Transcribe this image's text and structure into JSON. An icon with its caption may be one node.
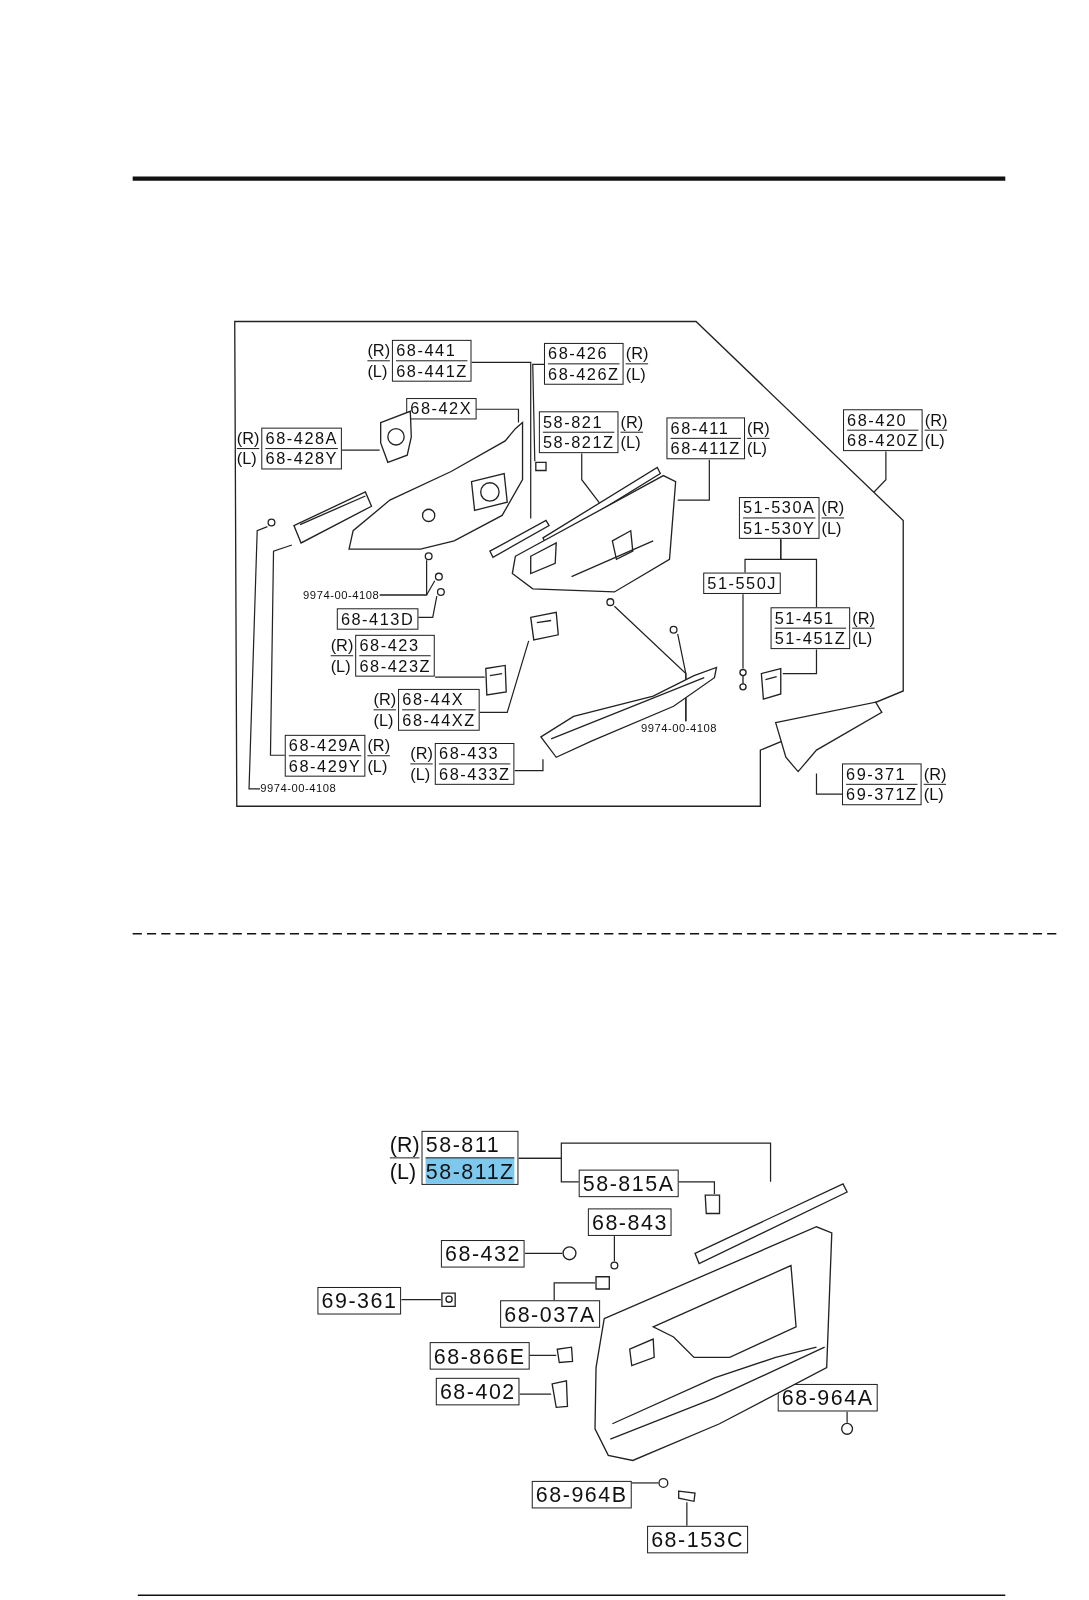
{
  "diagram": {
    "nodes": [
      {
        "text": [],
        "shape": "box"
      },
      {
        "text": [
          "68-441",
          "68-441Z"
        ],
        "beside": [
          "(R)",
          "(L)"
        ],
        "in": 0
      },
      {
        "text": [
          "68-426",
          "68-426Z"
        ],
        "beside": [
          "(R)",
          "(L)"
        ],
        "in": 0
      },
      {
        "text": [
          "68-42X"
        ],
        "in": 0
      },
      {
        "text": [
          "68-428A",
          "68-428Y"
        ],
        "beside": [
          "(R)",
          "(L)"
        ],
        "in": 0
      },
      {
        "text": [
          "58-821",
          "58-821Z"
        ],
        "beside": [
          "(R)",
          "(L)"
        ],
        "in": 0
      },
      {
        "text": [
          "68-411",
          "68-411Z"
        ],
        "beside": [
          "(R)",
          "(L)"
        ],
        "in": 0
      },
      {
        "text": [
          "68-420",
          "68-420Z"
        ],
        "beside": [
          "(R)",
          "(L)"
        ]
      },
      {
        "text": [
          "51-530A",
          "51-530Y"
        ],
        "beside": [
          "(R)",
          "(L)"
        ],
        "in": 0
      },
      {
        "text": [
          "51-550J"
        ],
        "in": 0
      },
      {
        "text": [
          "51-451",
          "51-451Z"
        ],
        "beside": [
          "(R)",
          "(L)"
        ],
        "in": 0
      },
      {
        "text": [
          "9974-00-4108"
        ],
        "in": 0
      },
      {
        "text": [
          "68-413D"
        ],
        "in": 0
      },
      {
        "text": [
          "68-423",
          "68-423Z"
        ],
        "beside": [
          "(R)",
          "(L)"
        ],
        "in": 0
      },
      {
        "text": [
          "68-44X",
          "68-44XZ"
        ],
        "beside": [
          "(R)",
          "(L)"
        ],
        "in": 0
      },
      {
        "text": [
          "9974-00-4108"
        ],
        "in": 0
      },
      {
        "text": [
          "68-429A",
          "68-429Y"
        ],
        "beside": [
          "(R)",
          "(L)"
        ],
        "in": 0
      },
      {
        "text": [
          "68-433",
          "68-433Z"
        ],
        "beside": [
          "(R)",
          "(L)"
        ],
        "in": 0
      },
      {
        "text": [
          "9974-00-4108"
        ],
        "in": 0
      },
      {
        "text": [
          "69-371",
          "69-371Z"
        ],
        "beside": [
          "(R)",
          "(L)"
        ]
      },
      {
        "text": [],
        "shape": "picture",
        "in": 0
      },
      {
        "text": [],
        "shape": "picture",
        "in": 0
      },
      {
        "text": [],
        "shape": "picture",
        "in": 0
      },
      {
        "text": [],
        "shape": "bar",
        "in": 0
      },
      {
        "text": [],
        "shape": "bar",
        "in": 0
      },
      {
        "text": [],
        "shape": "box",
        "in": 0
      },
      {
        "text": [],
        "shape": "picture",
        "in": 0
      },
      {
        "text": [],
        "shape": "picture",
        "in": 0
      },
      {
        "text": [],
        "shape": "picture",
        "in": 0
      },
      {
        "text": [],
        "shape": "picture",
        "in": 0
      },
      {
        "text": [],
        "shape": "picture",
        "in": 0
      },
      {
        "text": [],
        "shape": "picture",
        "in": 0
      },
      {
        "text": [],
        "shape": "box"
      },
      {
        "text": [],
        "shape": "circle",
        "in": 0
      },
      {
        "text": [],
        "shape": "circle",
        "in": 0
      },
      {
        "text": [],
        "shape": "circle",
        "in": 0
      },
      {
        "text": [],
        "shape": "circle",
        "in": 0
      },
      {
        "text": [],
        "shape": "circle",
        "in": 0
      },
      {
        "text": [],
        "shape": "circle",
        "in": 0
      },
      {
        "text": [
          "58-811",
          "58-811Z"
        ],
        "beside": [
          "(R)",
          "(L)"
        ]
      },
      {
        "text": [
          "58-815A"
        ]
      },
      {
        "text": [
          "68-843"
        ]
      },
      {
        "text": [
          "68-432"
        ]
      },
      {
        "text": [
          "69-361"
        ]
      },
      {
        "text": [
          "68-037A"
        ]
      },
      {
        "text": [
          "68-866E"
        ]
      },
      {
        "text": [
          "68-402"
        ]
      },
      {
        "text": [
          "68-964A"
        ]
      },
      {
        "text": [
          "68-964B"
        ]
      },
      {
        "text": [
          "68-153C"
        ]
      },
      {
        "text": [],
        "shape": "bar"
      },
      {
        "text": [],
        "shape": "box"
      },
      {
        "text": [],
        "shape": "circle"
      },
      {
        "text": [],
        "shape": "circle"
      },
      {
        "text": [],
        "shape": "picture"
      },
      {
        "text": [],
        "shape": "box"
      },
      {
        "text": [],
        "shape": "box"
      },
      {
        "text": [],
        "shape": "box"
      },
      {
        "text": [],
        "shape": "circle"
      },
      {
        "text": [],
        "shape": "circle"
      },
      {
        "text": [],
        "shape": "box"
      },
      {
        "text": [],
        "shape": "picture"
      }
    ],
    "edges": [
      {
        "from": 1,
        "to": 23,
        "arrow": "none"
      },
      {
        "from": 2,
        "to": 25,
        "arrow": "none"
      },
      {
        "from": 3,
        "to": 21,
        "arrow": "none"
      },
      {
        "from": 4,
        "to": 20,
        "arrow": "none"
      },
      {
        "from": 5,
        "to": 24,
        "arrow": "none"
      },
      {
        "from": 6,
        "to": 26,
        "arrow": "none"
      },
      {
        "from": 7,
        "to": 0,
        "arrow": "none"
      },
      {
        "from": 8,
        "to": 9,
        "arrow": "none"
      },
      {
        "from": 8,
        "to": 10,
        "arrow": "none"
      },
      {
        "from": 9,
        "to": 30,
        "arrow": "none"
      },
      {
        "from": 10,
        "to": 31,
        "arrow": "none"
      },
      {
        "from": 11,
        "to": 33,
        "arrow": "none"
      },
      {
        "from": 11,
        "to": 34,
        "arrow": "none"
      },
      {
        "from": 12,
        "to": 35,
        "arrow": "none"
      },
      {
        "from": 13,
        "to": 27,
        "arrow": "none"
      },
      {
        "from": 14,
        "to": 28,
        "arrow": "none"
      },
      {
        "from": 15,
        "to": 36,
        "arrow": "none"
      },
      {
        "from": 15,
        "to": 37,
        "arrow": "none"
      },
      {
        "from": 16,
        "to": 22,
        "arrow": "none"
      },
      {
        "from": 17,
        "to": 29,
        "arrow": "none"
      },
      {
        "from": 18,
        "to": 38,
        "arrow": "none"
      },
      {
        "from": 19,
        "to": 32,
        "arrow": "none"
      },
      {
        "from": 39,
        "to": 40,
        "arrow": "none"
      },
      {
        "from": 39,
        "to": 50,
        "arrow": "none"
      },
      {
        "from": 40,
        "to": 51,
        "arrow": "none"
      },
      {
        "from": 41,
        "to": 52,
        "arrow": "none"
      },
      {
        "from": 42,
        "to": 53,
        "arrow": "none"
      },
      {
        "from": 43,
        "to": 54,
        "arrow": "none"
      },
      {
        "from": 44,
        "to": 55,
        "arrow": "none"
      },
      {
        "from": 45,
        "to": 56,
        "arrow": "none"
      },
      {
        "from": 46,
        "to": 57,
        "arrow": "none"
      },
      {
        "from": 47,
        "to": 58,
        "arrow": "none"
      },
      {
        "from": 48,
        "to": 59,
        "arrow": "none"
      },
      {
        "from": 49,
        "to": 60,
        "arrow": "none"
      }
    ]
  }
}
